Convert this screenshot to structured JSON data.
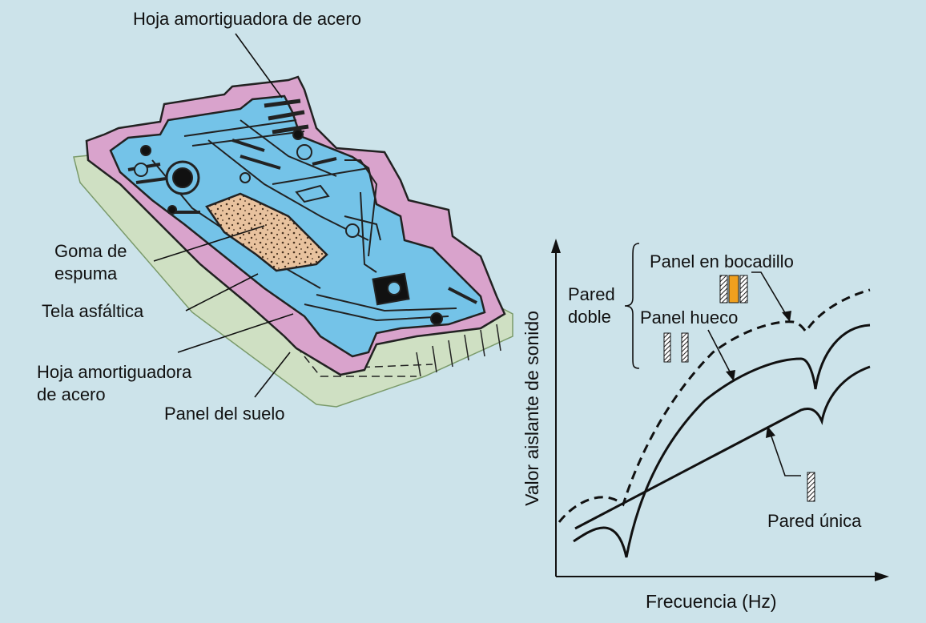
{
  "floor_diagram": {
    "label_top_damper": "Hoja amortiguadora de acero",
    "label_foam_line1": "Goma de",
    "label_foam_line2": "espuma",
    "label_asphalt": "Tela asfáltica",
    "label_damper2_line1": "Hoja amortiguadora",
    "label_damper2_line2": "de acero",
    "label_floor_panel": "Panel del suelo",
    "colors": {
      "damper_sheet": "#74c3e8",
      "asphalt_sheet": "#d9a3cc",
      "floor_panel": "#cfe0c3",
      "foam": "#e8c29e",
      "background": "#cce3ea"
    }
  },
  "chart": {
    "ylabel": "Valor aislante de sonido",
    "xlabel": "Frecuencia (Hz)",
    "group_label_line1": "Pared",
    "group_label_line2": "doble",
    "label_sandwich": "Panel en bocadillo",
    "label_hollow": "Panel hueco",
    "label_single": "Pared única",
    "sandwich_core_color": "#f0a01e"
  },
  "chart_data": {
    "type": "line",
    "xlabel": "Frecuencia (Hz)",
    "ylabel": "Valor aislante de sonido",
    "axis_ticks": false,
    "series": [
      {
        "name": "Panel en bocadillo",
        "style": "dashed",
        "shape": "rises from low frequency with a small dip, then climbs steeply and levels off with a coincidence dip near the upper range"
      },
      {
        "name": "Panel hueco",
        "style": "solid",
        "shape": "sharp resonance dip at low frequency, steep rise, then a deep coincidence dip near the upper range"
      },
      {
        "name": "Pared única",
        "style": "solid",
        "shape": "straight line rising from low to high frequency with a dip near the right end"
      }
    ]
  }
}
